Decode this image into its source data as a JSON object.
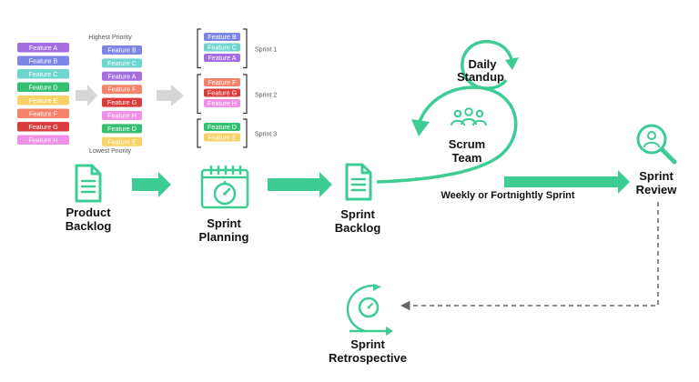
{
  "colors": {
    "accent": "#3dcc93",
    "gray_arrow": "#d6d6d6",
    "dashed_line": "#666666"
  },
  "product_backlog": {
    "label_line1": "Product",
    "label_line2": "Backlog",
    "features": [
      {
        "label": "Feature A",
        "color": "#a46de0"
      },
      {
        "label": "Feature B",
        "color": "#7b86e6"
      },
      {
        "label": "Feature C",
        "color": "#6fd5cf"
      },
      {
        "label": "Feature D",
        "color": "#33c071"
      },
      {
        "label": "Feature E",
        "color": "#f7d264"
      },
      {
        "label": "Feature F",
        "color": "#f5836a"
      },
      {
        "label": "Feature G",
        "color": "#dc3b3b"
      },
      {
        "label": "Feature H",
        "color": "#ef8fe6"
      }
    ]
  },
  "priority_list": {
    "top_label": "Highest Priority",
    "bottom_label": "Lowest Priority",
    "features": [
      {
        "label": "Feature B",
        "color": "#7b86e6"
      },
      {
        "label": "Feature C",
        "color": "#6fd5cf"
      },
      {
        "label": "Feature A",
        "color": "#a46de0"
      },
      {
        "label": "Feature F",
        "color": "#f5836a"
      },
      {
        "label": "Feature G",
        "color": "#dc3b3b"
      },
      {
        "label": "Feature H",
        "color": "#ef8fe6"
      },
      {
        "label": "Feature D",
        "color": "#33c071"
      },
      {
        "label": "Feature E",
        "color": "#f7d264"
      }
    ]
  },
  "sprints": [
    {
      "label": "Sprint 1",
      "features": [
        {
          "label": "Feature B",
          "color": "#7b86e6"
        },
        {
          "label": "Feature C",
          "color": "#6fd5cf"
        },
        {
          "label": "Feature A",
          "color": "#a46de0"
        }
      ]
    },
    {
      "label": "Sprint 2",
      "features": [
        {
          "label": "Feature F",
          "color": "#f5836a"
        },
        {
          "label": "Feature G",
          "color": "#dc3b3b"
        },
        {
          "label": "Feature H",
          "color": "#ef8fe6"
        }
      ]
    },
    {
      "label": "Sprint 3",
      "features": [
        {
          "label": "Feature D",
          "color": "#33c071"
        },
        {
          "label": "Feature E",
          "color": "#f7d264"
        }
      ]
    }
  ],
  "sprint_planning": {
    "label_line1": "Sprint",
    "label_line2": "Planning"
  },
  "sprint_backlog": {
    "label_line1": "Sprint",
    "label_line2": "Backlog"
  },
  "daily_standup": {
    "label_line1": "Daily",
    "label_line2": "Standup"
  },
  "scrum_team": {
    "label_line1": "Scrum",
    "label_line2": "Team"
  },
  "sprint_cycle": {
    "label": "Weekly or Fortnightly Sprint"
  },
  "sprint_review": {
    "label_line1": "Sprint",
    "label_line2": "Review"
  },
  "sprint_retrospective": {
    "label_line1": "Sprint",
    "label_line2": "Retrospective"
  }
}
